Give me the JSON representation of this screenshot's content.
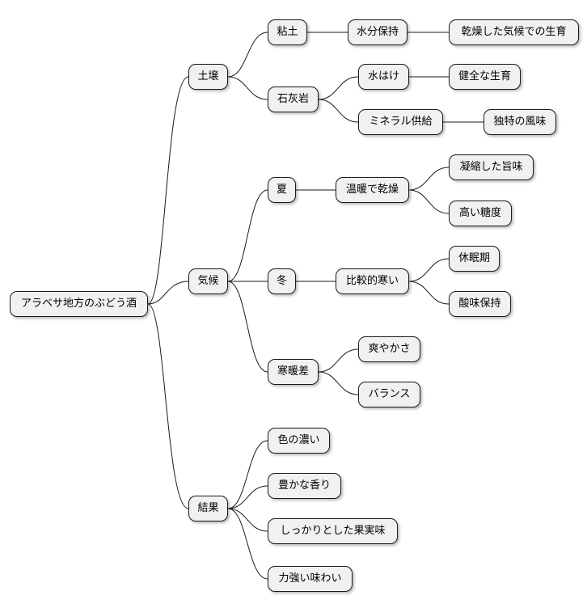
{
  "mindmap": {
    "root": "アラベサ地方のぶどう酒",
    "soil": {
      "label": "土壌",
      "clay": "粘土",
      "water_retention": "水分保持",
      "dry_climate_growth": "乾燥した気候での生育",
      "limestone": "石灰岩",
      "drainage": "水はけ",
      "healthy_growth": "健全な生育",
      "mineral_supply": "ミネラル供給",
      "unique_flavor": "独特の風味"
    },
    "climate": {
      "label": "気候",
      "summer": "夏",
      "warm_dry": "温暖で乾燥",
      "concentrated_taste": "凝縮した旨味",
      "high_sugar": "高い糖度",
      "winter": "冬",
      "relatively_cold": "比較的寒い",
      "dormancy": "休眠期",
      "acidity_retention": "酸味保持",
      "temperature_diff": "寒暖差",
      "freshness": "爽やかさ",
      "balance": "バランス"
    },
    "result": {
      "label": "結果",
      "deep_color": "色の濃い",
      "rich_aroma": "豊かな香り",
      "firm_fruitiness": "しっかりとした果実味",
      "powerful_taste": "力強い味わい"
    }
  }
}
